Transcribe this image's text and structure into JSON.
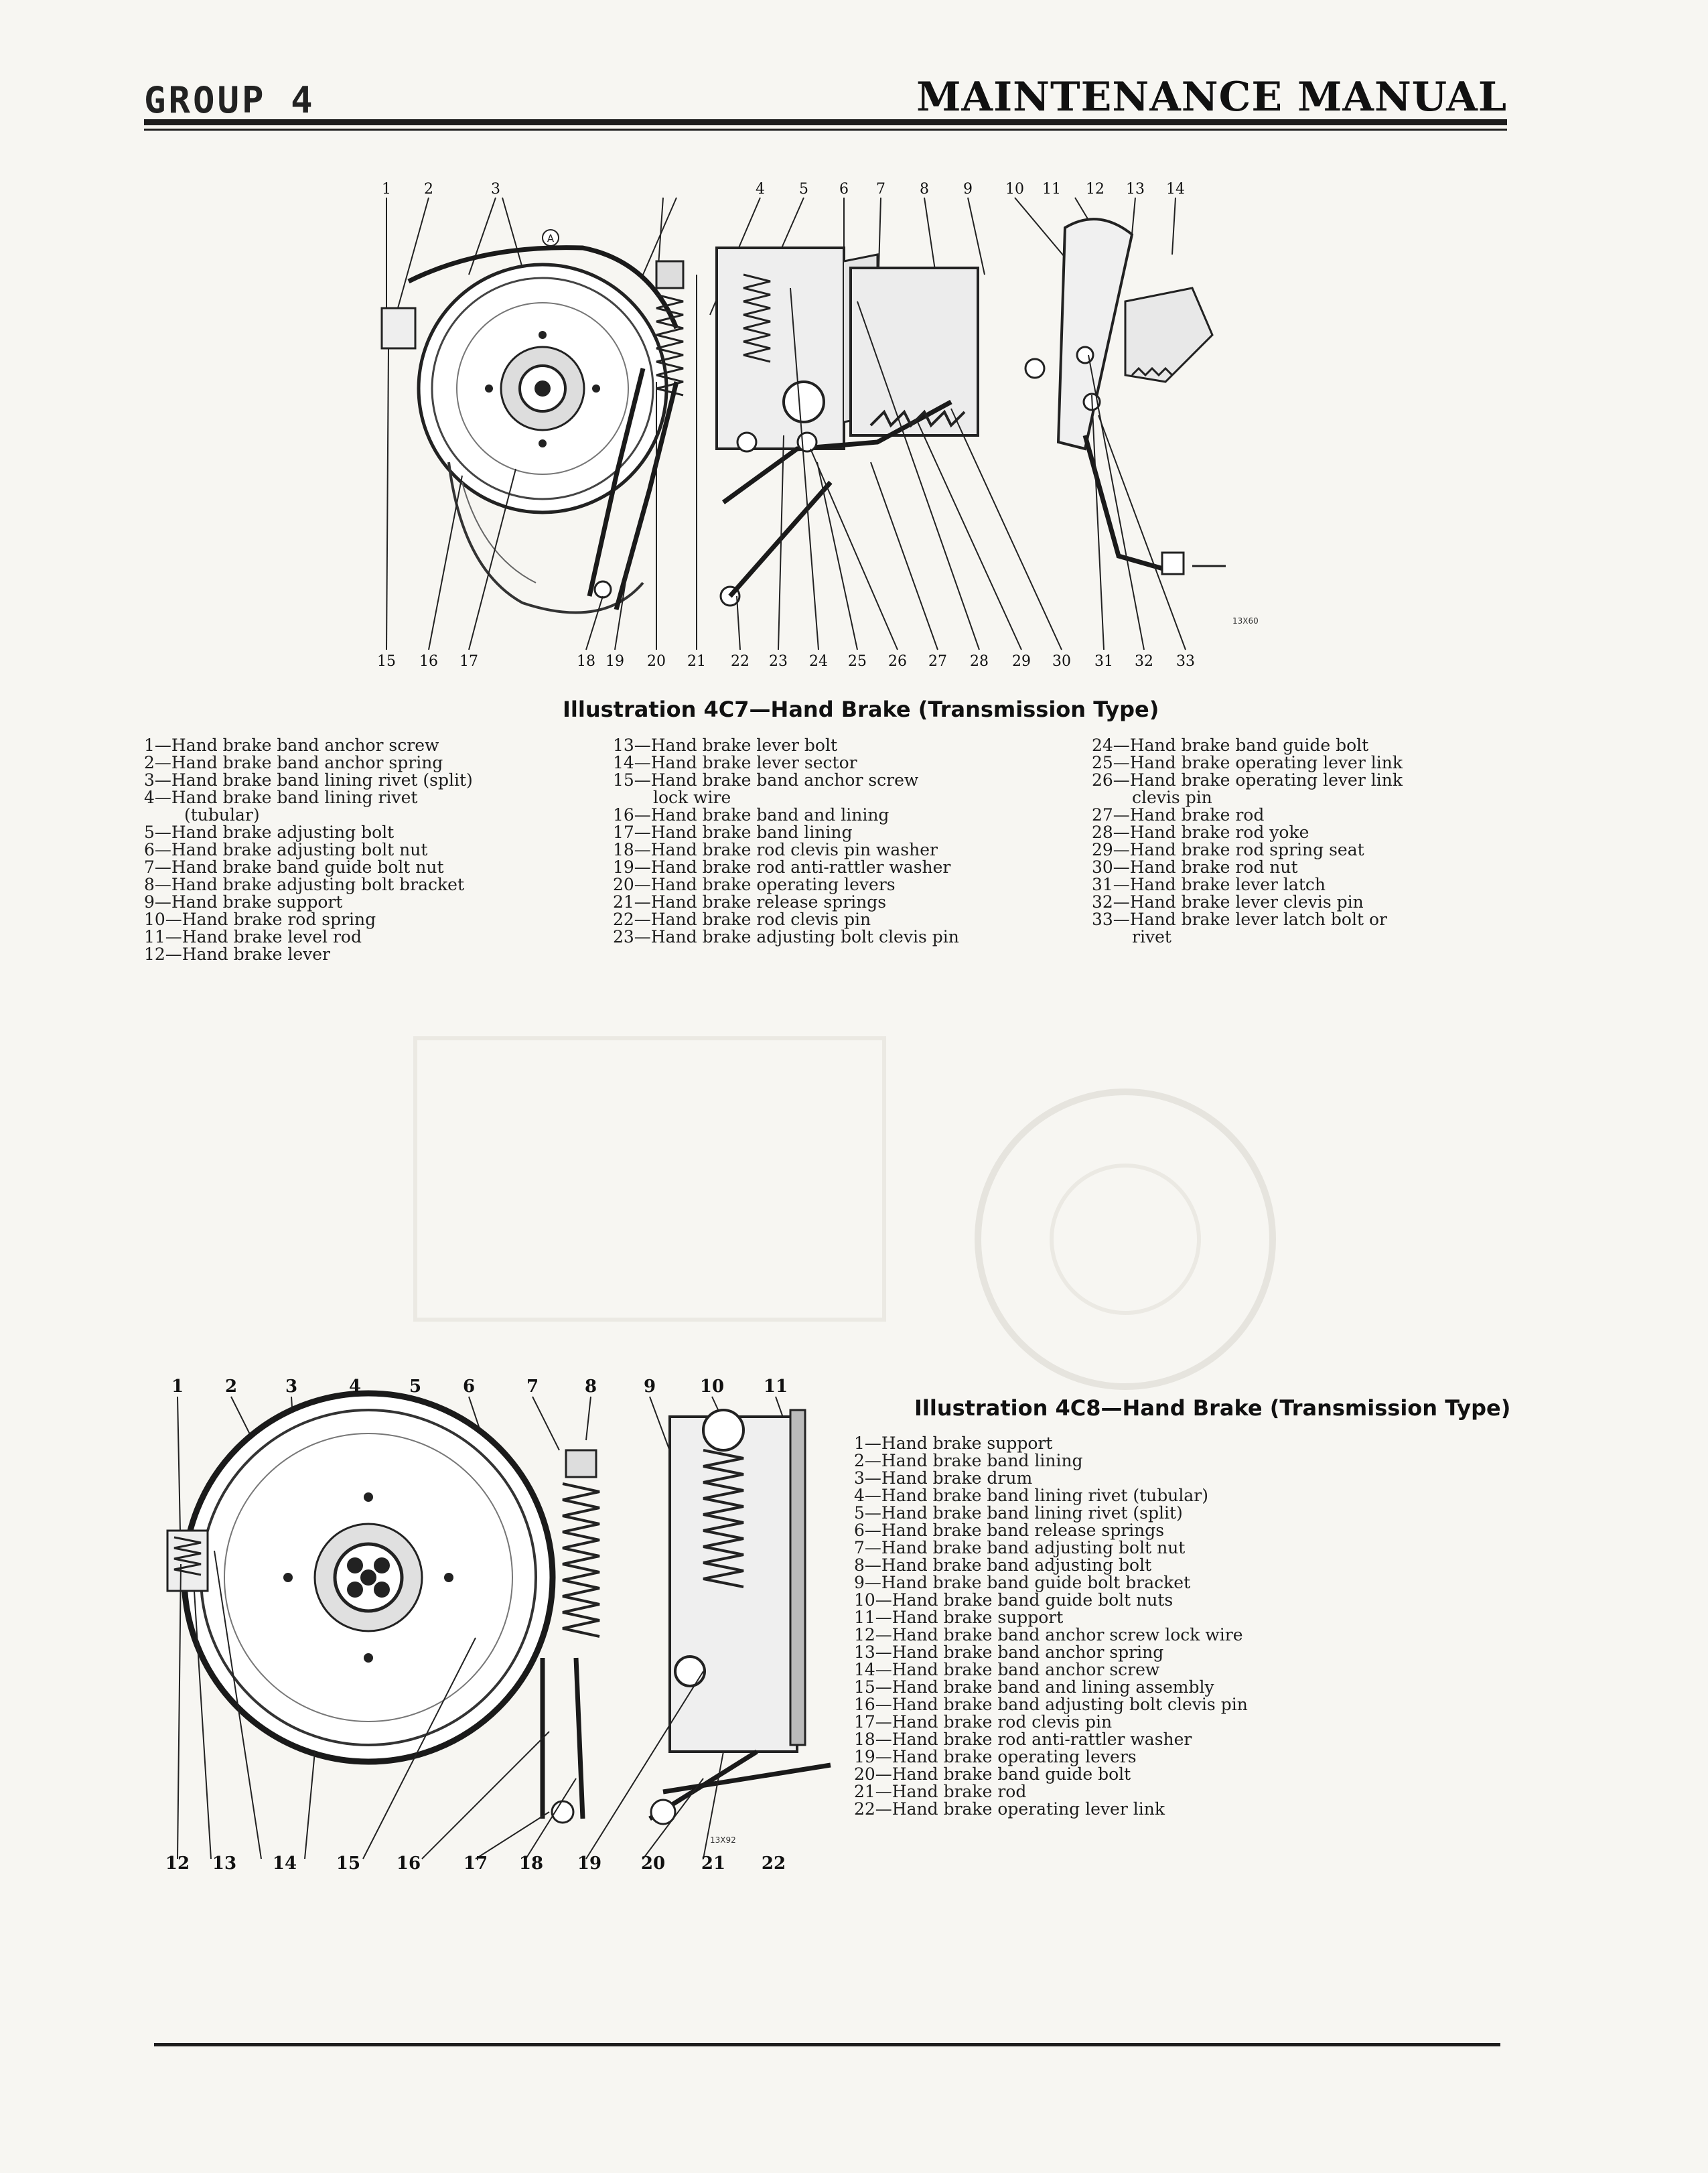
{
  "header": {
    "group": "GROUP 4",
    "title": "MAINTENANCE MANUAL"
  },
  "fig1": {
    "caption": "Illustration 4C7—Hand Brake (Transmission Type)",
    "tag": "13X60",
    "callouts_top": [
      "1",
      "2",
      "3",
      "4",
      "5",
      "6",
      "7",
      "8",
      "9",
      "10",
      "11",
      "12",
      "13",
      "14"
    ],
    "callouts_bottom": [
      "15",
      "16",
      "17",
      "18",
      "19",
      "20",
      "21",
      "22",
      "23",
      "24",
      "25",
      "26",
      "27",
      "28",
      "29",
      "30",
      "31",
      "32",
      "33"
    ],
    "marker": "A",
    "legend_col1": [
      "1—Hand brake band anchor screw",
      "2—Hand brake band anchor spring",
      "3—Hand brake band lining rivet (split)",
      "4—Hand brake band lining rivet",
      "(tubular)",
      "5—Hand brake adjusting bolt",
      "6—Hand brake adjusting bolt nut",
      "7—Hand brake band guide bolt nut",
      "8—Hand brake adjusting bolt bracket",
      "9—Hand brake support",
      "10—Hand brake rod spring",
      "11—Hand brake level rod",
      "12—Hand brake lever"
    ],
    "legend_col2": [
      "13—Hand brake lever bolt",
      "14—Hand brake lever sector",
      "15—Hand brake band anchor screw",
      "lock wire",
      "16—Hand brake band and lining",
      "17—Hand brake band lining",
      "18—Hand brake rod clevis pin washer",
      "19—Hand brake rod anti-rattler washer",
      "20—Hand brake operating levers",
      "21—Hand brake release springs",
      "22—Hand brake rod clevis pin",
      "23—Hand brake adjusting bolt clevis pin"
    ],
    "legend_col3": [
      "24—Hand brake band guide bolt",
      "25—Hand brake operating lever link",
      "26—Hand brake operating lever link",
      "clevis pin",
      "27—Hand brake rod",
      "28—Hand brake rod yoke",
      "29—Hand brake rod spring seat",
      "30—Hand brake rod nut",
      "31—Hand brake lever latch",
      "32—Hand brake lever clevis pin",
      "33—Hand brake lever latch bolt or",
      "rivet"
    ]
  },
  "fig2": {
    "caption": "Illustration 4C8—Hand Brake (Transmission Type)",
    "tag": "13X92",
    "callouts_top": [
      "1",
      "2",
      "3",
      "4",
      "5",
      "6",
      "7",
      "8",
      "9",
      "10",
      "11"
    ],
    "callouts_bottom": [
      "12",
      "13",
      "14",
      "15",
      "16",
      "17",
      "18",
      "19",
      "20",
      "21",
      "22"
    ],
    "legend": [
      "1—Hand brake support",
      "2—Hand brake band lining",
      "3—Hand brake drum",
      "4—Hand brake band lining rivet (tubular)",
      "5—Hand brake band lining rivet (split)",
      "6—Hand brake band release springs",
      "7—Hand brake band adjusting bolt nut",
      "8—Hand brake band adjusting bolt",
      "9—Hand brake band guide bolt bracket",
      "10—Hand brake band guide bolt nuts",
      "11—Hand brake support",
      "12—Hand brake band anchor screw lock wire",
      "13—Hand brake band anchor spring",
      "14—Hand brake band anchor screw",
      "15—Hand brake band and lining assembly",
      "16—Hand brake band adjusting bolt clevis pin",
      "17—Hand brake rod clevis pin",
      "18—Hand brake rod anti-rattler washer",
      "19—Hand brake operating levers",
      "20—Hand brake band guide bolt",
      "21—Hand brake rod",
      "22—Hand brake operating lever link"
    ]
  }
}
